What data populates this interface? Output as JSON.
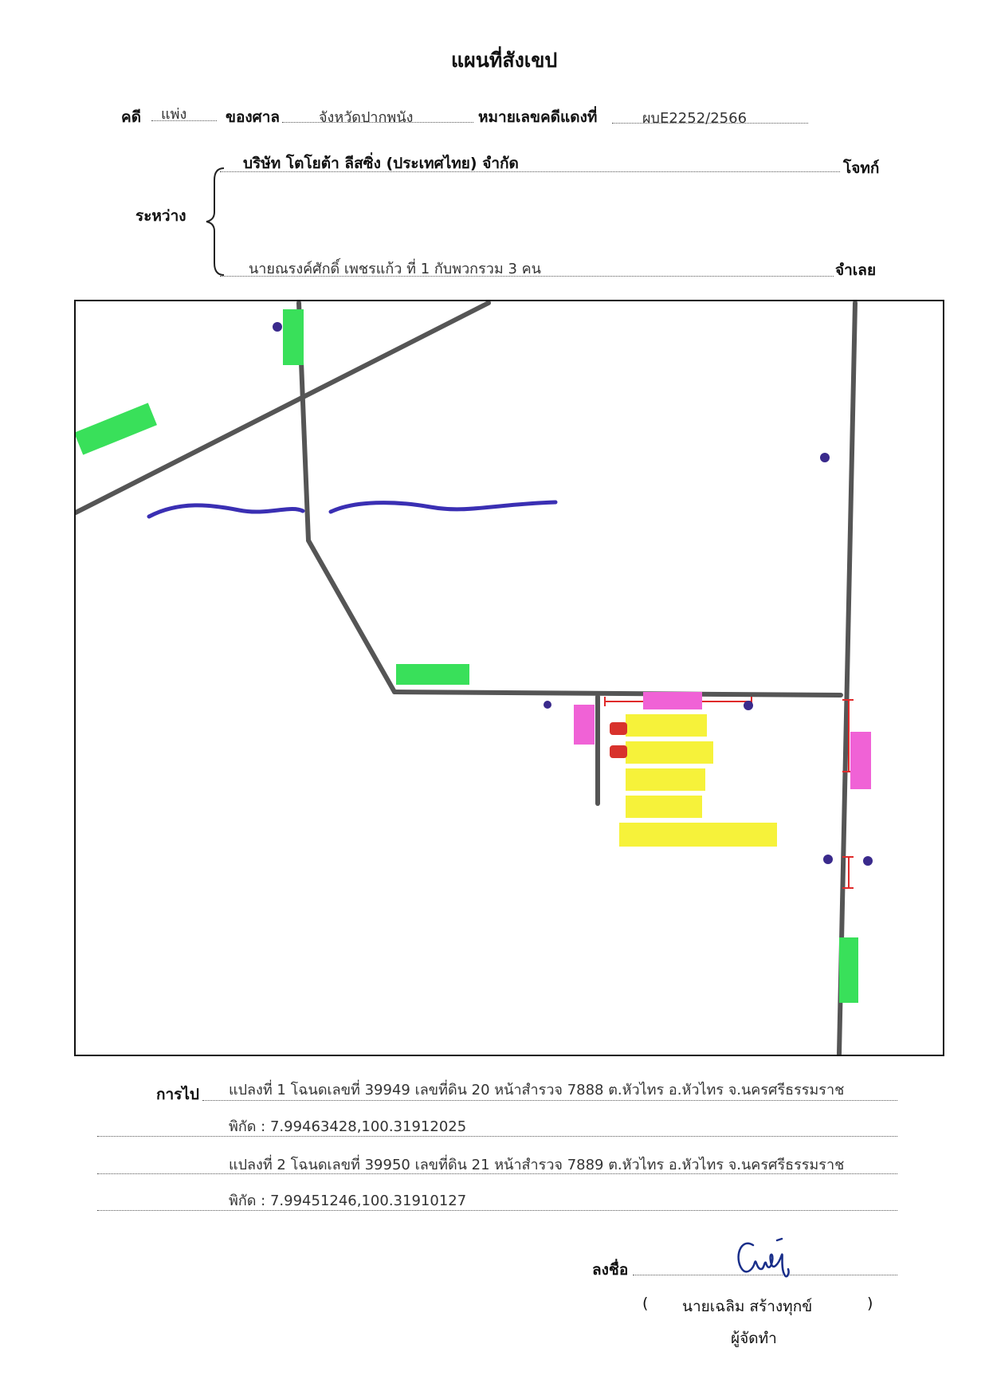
{
  "title": "แผนที่สังเขป",
  "case": {
    "type_label": "คดี",
    "type_value": "แพ่ง",
    "court_label": "ของศาล",
    "court_value": "จังหวัดปากพนัง",
    "red_no_label": "หมายเลขคดีแดงที่",
    "red_no_value": "ผบE2252/2566"
  },
  "parties": {
    "between_label": "ระหว่าง",
    "plaintiff_name": "บริษัท โตโยต้า ลีสซิ่ง (ประเทศไทย) จำกัด",
    "plaintiff_role": "โจทก์",
    "defendant_name": "นายณรงค์ศักดิ์ เพชรแก้ว ที่ 1 กับพวกรวม 3 คน",
    "defendant_role": "จำเลย"
  },
  "map": {
    "colors": {
      "road": "#555555",
      "canal": "#3a2fb3",
      "marker": "#3a2a8c",
      "land_plot": "#d8322c",
      "label_green": "#39e05a",
      "label_yellow": "#f6f23a",
      "label_pink": "#f062d6",
      "distance_line": "#e02a2a"
    }
  },
  "directions": {
    "label": "การไป",
    "plot1": "แปลงที่ 1  โฉนดเลขที่ 39949 เลขที่ดิน 20 หน้าสำรวจ 7888  ต.หัวไทร อ.หัวไทร จ.นครศรีธรรมราช",
    "plot1_coord": "พิกัด :   7.99463428,100.31912025",
    "plot2": "แปลงที่ 2  โฉนดเลขที่ 39950 เลขที่ดิน 21 หน้าสำรวจ 7889  ต.หัวไทร อ.หัวไทร จ.นครศรีธรรมราช",
    "plot2_coord": "พิกัด :   7.99451246,100.31910127"
  },
  "signature": {
    "sign_label": "ลงชื่อ",
    "open_paren": "(",
    "name": "นายเฉลิม  สร้างทุกข์",
    "close_paren": ")",
    "role": "ผู้จัดทำ"
  }
}
